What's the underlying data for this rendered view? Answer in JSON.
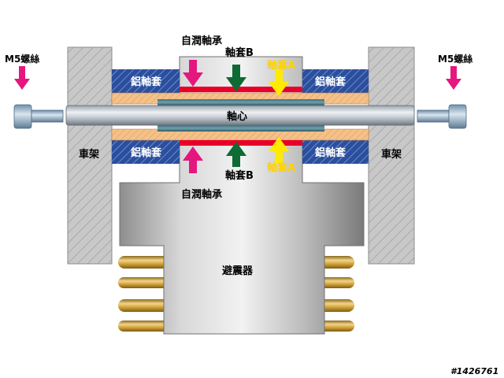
{
  "labels": {
    "bearing_top": "自潤軸承",
    "bearing_bottom": "自潤軸承",
    "sleeve_b_top": "軸套B",
    "sleeve_b_bottom": "軸套B",
    "sleeve_a_top": "軸套A",
    "sleeve_a_bottom": "軸套A",
    "m5_left": "M5螺絲",
    "m5_right": "M5螺絲",
    "al_sleeve_tl": "鋁軸套",
    "al_sleeve_tr": "鋁軸套",
    "al_sleeve_bl": "鋁軸套",
    "al_sleeve_br": "鋁軸套",
    "frame_left": "車架",
    "frame_right": "車架",
    "axle": "軸心",
    "shock": "避震器",
    "watermark": "#1426761"
  },
  "colors": {
    "arrow_magenta": "#e5177e",
    "arrow_green": "#0d6b33",
    "arrow_yellow": "#ffea00",
    "bearing_red": "#e8002a",
    "al_sleeve_blue": "#2b4f9e",
    "sleeve_orange": "#f3c28b",
    "frame_gray": "#c8c8c8",
    "spring_gold": "#d9a83e",
    "sleeve_a_text": "#ffd200"
  }
}
